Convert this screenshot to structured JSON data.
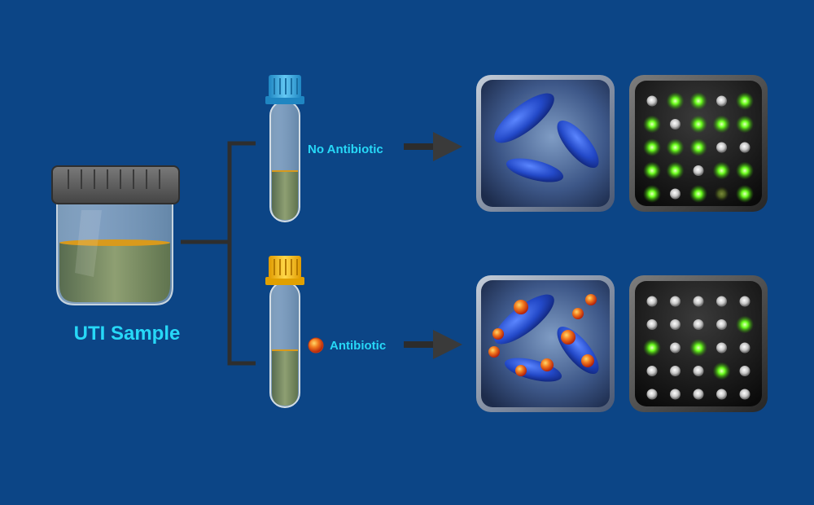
{
  "sample_label": "UTI Sample",
  "branch_top_label": "No Antibiotic",
  "branch_bottom_label": "Antibiotic",
  "colors": {
    "background": "#0c4586",
    "label": "#27d8f7",
    "cap_top": "#32a6d9",
    "cap_bottom": "#f5b80e",
    "bacteria": "#2349c8",
    "antibiotic": "#f0521c",
    "led_on": "#6cff1e",
    "led_off": "#d4d4d4"
  },
  "icons": {
    "jar": "specimen-jar-icon",
    "tube_top": "test-tube-blue-cap-icon",
    "tube_bottom": "test-tube-yellow-cap-icon",
    "bacteria_panel": "bacteria-microscope-icon",
    "array_panel": "sensor-array-icon"
  },
  "arrays": {
    "top": [
      [
        0,
        1,
        1,
        0,
        1
      ],
      [
        1,
        0,
        1,
        1,
        1
      ],
      [
        1,
        1,
        1,
        0,
        0
      ],
      [
        1,
        1,
        0,
        1,
        1
      ],
      [
        1,
        0,
        1,
        2,
        1
      ]
    ],
    "bottom": [
      [
        0,
        0,
        0,
        0,
        0
      ],
      [
        0,
        0,
        0,
        0,
        1
      ],
      [
        1,
        0,
        1,
        0,
        0
      ],
      [
        0,
        0,
        0,
        1,
        0
      ],
      [
        0,
        0,
        0,
        0,
        0
      ]
    ]
  }
}
